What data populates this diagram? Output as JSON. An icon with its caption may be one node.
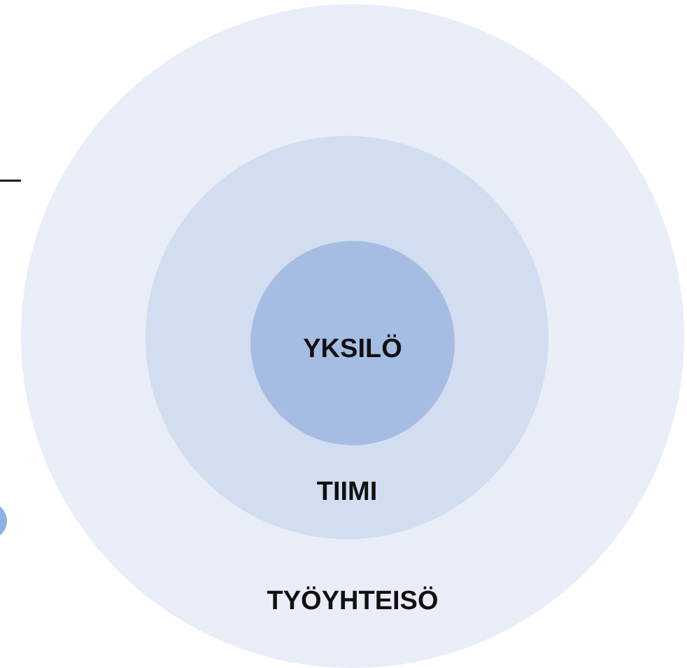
{
  "diagram": {
    "nodes": [
      {
        "text": [
          "TYÖYHTEISÖ"
        ]
      },
      {
        "text": [
          "TIIMI"
        ],
        "in": 0
      },
      {
        "text": [
          "YKSILÖ"
        ],
        "in": 1
      }
    ]
  }
}
